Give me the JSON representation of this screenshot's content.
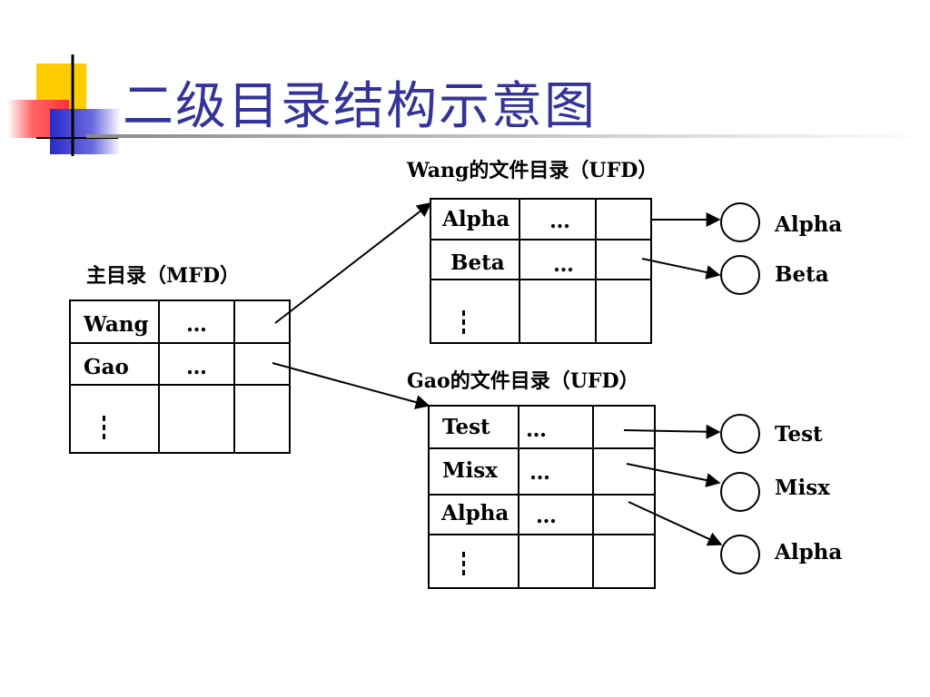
{
  "title": "二级目录结构示意图",
  "mfd": {
    "caption": "主目录（MFD）",
    "rows": [
      {
        "name": "Wang",
        "info": "…"
      },
      {
        "name": "Gao",
        "info": "…"
      }
    ]
  },
  "wang_ufd": {
    "caption": "Wang的文件目录（UFD）",
    "rows": [
      {
        "name": "Alpha",
        "info": "…"
      },
      {
        "name": "Beta",
        "info": "…"
      }
    ]
  },
  "gao_ufd": {
    "caption": "Gao的文件目录（UFD）",
    "rows": [
      {
        "name": "Test",
        "info": "…"
      },
      {
        "name": "Misx",
        "info": "…"
      },
      {
        "name": "Alpha",
        "info": "…"
      }
    ]
  },
  "files": {
    "wang": [
      "Alpha",
      "Beta"
    ],
    "gao": [
      "Test",
      "Misx",
      "Alpha"
    ]
  },
  "colors": {
    "title": "#333399",
    "deco_yellow": "#ffcc00",
    "deco_red": "#ff3333",
    "deco_blue": "#3333cc"
  }
}
